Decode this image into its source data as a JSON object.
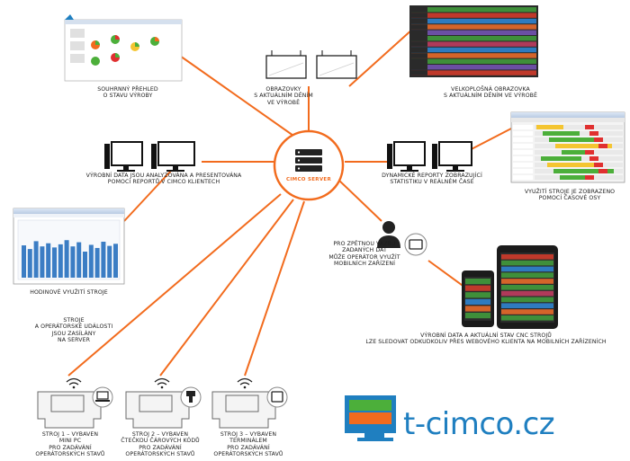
{
  "captions": {
    "summary_overview": [
      "Souhrnný přehled",
      "o stavu výroby"
    ],
    "screens_current_state": [
      "Obrazovky",
      "s aktuálním děním",
      "ve výrobě"
    ],
    "large_screen": [
      "Velkoplošná obrazovka",
      "s aktuálním děním ve výrobě"
    ],
    "production_data_reports": [
      "Výrobní data jsou analyzována a presentována",
      "pomocí reportů v Cimco klientech"
    ],
    "dynamic_reports": [
      "Dynamické reporty zobrazující",
      "statistiku v reálném čase"
    ],
    "machine_utilization_timeline": [
      "Využití stroje je zobrazeno",
      "pomocí časové osy"
    ],
    "hourly_utilization": [
      "Hodinové využití stroje"
    ],
    "feedback_mobile": [
      "Pro zpětnou vazbu",
      "zadaných dat",
      "může operátor využít",
      "mobilních zařízení"
    ],
    "mobile_access": [
      "Výrobní data a aktuální stav CNC strojů",
      "lze sledovat odkudkoliv přes webového klienta na mobilních zařízeních"
    ],
    "events_sent": [
      "Stroje",
      "a operátorské události",
      "jsou zasílány",
      "na server"
    ],
    "machine_1": [
      "Stroj 1 – vybaven",
      "mini PC",
      "pro zadávání",
      "operátorských stavů"
    ],
    "machine_2": [
      "Stroj 2 – vybaven",
      "čtečkou čárových kódů",
      "pro zadávání",
      "operátorských stavů"
    ],
    "machine_3": [
      "Stroj 3 – vybaven",
      "terminálem",
      "pro zadávání",
      "operátorských stavů"
    ]
  },
  "server_label": "CIMCO SERVER",
  "brand": {
    "text": "t-cimco.cz",
    "color": "#1f7fc0"
  },
  "colors": {
    "accent": "#f26b1d",
    "logo_green": "#4caf3a",
    "logo_orange": "#f26b1d",
    "logo_blue": "#1f7fc0",
    "chart_blue": "#3b7dc4"
  },
  "icons": {
    "server": "server-icon",
    "monitor": "monitor-icon",
    "tv_screen": "tv-screen-icon",
    "operator": "operator-icon",
    "tablet": "tablet-icon",
    "phone": "phone-icon",
    "machine": "cnc-machine-icon",
    "wifi": "wifi-icon",
    "laptop": "laptop-icon",
    "barcode_scanner": "barcode-scanner-icon",
    "terminal": "terminal-icon"
  }
}
